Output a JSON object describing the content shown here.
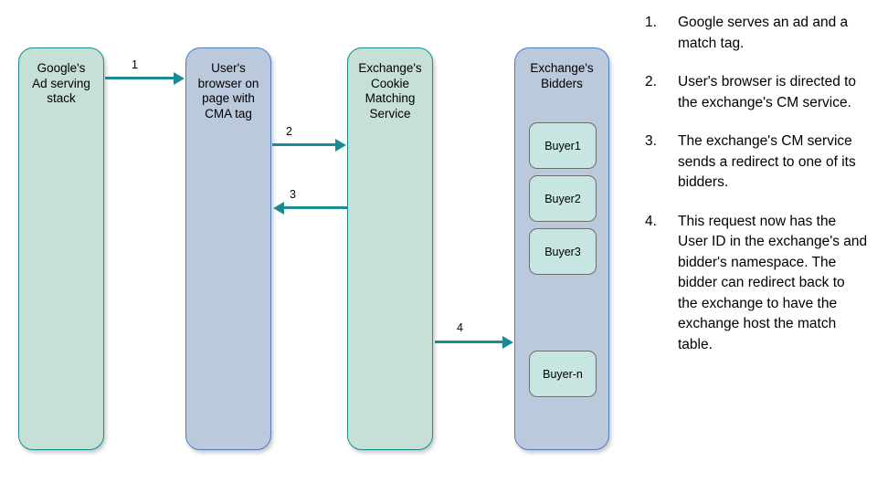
{
  "diagram": {
    "lanes": [
      {
        "id": "google",
        "label": "Google's\nAd serving\nstack",
        "style": "green"
      },
      {
        "id": "browser",
        "label": "User's\nbrowser on\npage with\nCMA tag",
        "style": "blue"
      },
      {
        "id": "cms",
        "label": "Exchange's\nCookie\nMatching\nService",
        "style": "green"
      },
      {
        "id": "bidders",
        "label": "Exchange's\nBidders",
        "style": "blue"
      }
    ],
    "buyers": [
      {
        "label": "Buyer1"
      },
      {
        "label": "Buyer2"
      },
      {
        "label": "Buyer3"
      },
      {
        "label": "Buyer-n"
      }
    ],
    "arrows": [
      {
        "label": "1",
        "from": "google",
        "to": "browser",
        "direction": "right"
      },
      {
        "label": "2",
        "from": "browser",
        "to": "cms",
        "direction": "right"
      },
      {
        "label": "3",
        "from": "cms",
        "to": "browser",
        "direction": "left"
      },
      {
        "label": "4",
        "from": "cms",
        "to": "bidders",
        "direction": "right"
      }
    ],
    "colors": {
      "green_fill": "#c6e0d5",
      "green_border": "#1a8a93",
      "blue_fill": "#bbc9dd",
      "blue_border": "#4f7dc4",
      "buyer_fill": "#c7e6e2",
      "buyer_border": "#6d6d6d",
      "arrow": "#1a8a93",
      "text": "#000000",
      "background": "#ffffff"
    }
  },
  "steps": [
    {
      "number": "1.",
      "text": "Google serves an ad and a match tag."
    },
    {
      "number": "2.",
      "text": "User's browser is directed to the exchange's CM service."
    },
    {
      "number": "3.",
      "text": "The exchange's CM service sends a redirect to one of its bidders."
    },
    {
      "number": "4.",
      "text": "This request now has the User ID in the exchange's and bidder's namespace. The bidder can redirect back to the exchange to have the exchange host the match table."
    }
  ]
}
